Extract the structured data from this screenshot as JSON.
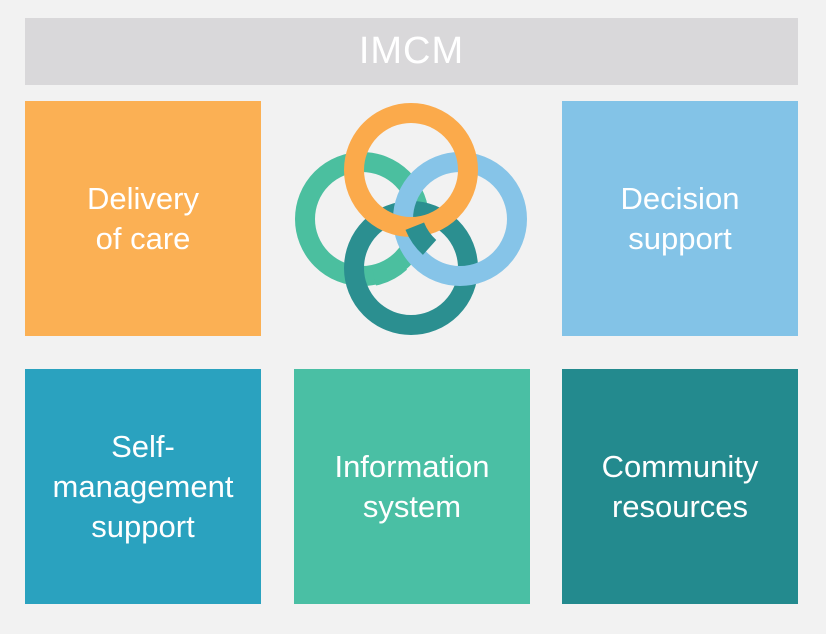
{
  "title": "IMCM",
  "tiles": {
    "delivery": {
      "label": "Delivery\nof care",
      "color": "#fbb054"
    },
    "decision": {
      "label": "Decision\nsupport",
      "color": "#83c3e7"
    },
    "self_management": {
      "label": "Self-\nmanagement\nsupport",
      "color": "#2aa2bf"
    },
    "information": {
      "label": "Information\nsystem",
      "color": "#4abfa4"
    },
    "community": {
      "label": "Community\nresources",
      "color": "#238a8e"
    }
  },
  "rings": {
    "orange": "#fbaa4b",
    "green": "#4bbf9f",
    "blue": "#86c4e8",
    "teal": "#2b8f90"
  }
}
